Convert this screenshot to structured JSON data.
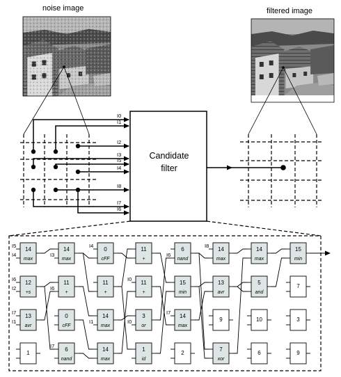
{
  "titles": {
    "noise": "noise image",
    "filtered": "filtered image"
  },
  "filter_label": [
    "Candidate",
    "filter"
  ],
  "inputs_to_filter": [
    "I0",
    "I1",
    "I2",
    "I3",
    "I5",
    "I4",
    "I8",
    "I7",
    "I6"
  ],
  "grid": {
    "columns": [
      {
        "inputs": [
          "I5",
          "I4",
          "I6",
          "I2",
          "I7",
          "I1"
        ],
        "cells": [
          {
            "num": "14",
            "fn": "max",
            "active": true
          },
          {
            "num": "12",
            "fn": "+s",
            "active": true
          },
          {
            "num": "13",
            "fn": "avr",
            "active": true
          },
          {
            "num": "1",
            "fn": "",
            "active": false
          }
        ]
      },
      {
        "inputs": [
          "I3",
          "I6",
          "I7"
        ],
        "cells": [
          {
            "num": "14",
            "fn": "max",
            "active": true
          },
          {
            "num": "11",
            "fn": "+",
            "active": true
          },
          {
            "num": "0",
            "fn": "cFF",
            "active": true
          },
          {
            "num": "6",
            "fn": "nand",
            "active": true
          }
        ]
      },
      {
        "inputs": [
          "I4",
          "I1"
        ],
        "cells": [
          {
            "num": "0",
            "fn": "cFF",
            "active": true
          },
          {
            "num": "11",
            "fn": "+",
            "active": true
          },
          {
            "num": "14",
            "fn": "max",
            "active": true
          },
          {
            "num": "14",
            "fn": "max",
            "active": true
          }
        ]
      },
      {
        "inputs": [
          "I0",
          "I0"
        ],
        "cells": [
          {
            "num": "11",
            "fn": "+",
            "active": true
          },
          {
            "num": "11",
            "fn": "+",
            "active": true
          },
          {
            "num": "3",
            "fn": "or",
            "active": true
          },
          {
            "num": "1",
            "fn": "id",
            "active": true
          }
        ]
      },
      {
        "inputs": [
          "I6",
          "I7"
        ],
        "cells": [
          {
            "num": "6",
            "fn": "nand",
            "active": true
          },
          {
            "num": "15",
            "fn": "min",
            "active": true
          },
          {
            "num": "14",
            "fn": "max",
            "active": true
          },
          {
            "num": "2",
            "fn": "",
            "active": false
          }
        ]
      },
      {
        "inputs": [
          "I8"
        ],
        "cells": [
          {
            "num": "14",
            "fn": "max",
            "active": true
          },
          {
            "num": "13",
            "fn": "avr",
            "active": true
          },
          {
            "num": "9",
            "fn": "",
            "active": false
          },
          {
            "num": "7",
            "fn": "xor",
            "active": true
          }
        ]
      },
      {
        "inputs": [],
        "cells": [
          {
            "num": "14",
            "fn": "max",
            "active": true
          },
          {
            "num": "5",
            "fn": "and",
            "active": true
          },
          {
            "num": "10",
            "fn": "",
            "active": false
          },
          {
            "num": "6",
            "fn": "",
            "active": false
          }
        ]
      },
      {
        "inputs": [],
        "cells": [
          {
            "num": "15",
            "fn": "min",
            "active": true
          },
          {
            "num": "7",
            "fn": "",
            "active": false
          },
          {
            "num": "3",
            "fn": "",
            "active": false
          },
          {
            "num": "9",
            "fn": "",
            "active": false
          }
        ]
      }
    ]
  }
}
